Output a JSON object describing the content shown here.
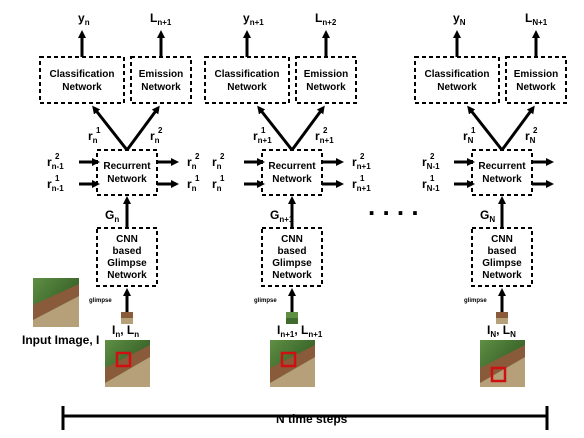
{
  "steps": [
    {
      "y": "y",
      "y_sub": "n",
      "L": "L",
      "L_sub": "n+1",
      "classification": [
        "Classification",
        "Network"
      ],
      "emission": [
        "Emission",
        "Network"
      ],
      "r_cls": "r",
      "r_cls_sub": "n",
      "r_cls_sup": "1",
      "r_em": "r",
      "r_em_sub": "n",
      "r_em_sup": "2",
      "in2": "r",
      "in2_sub": "n-1",
      "in2_sup": "2",
      "in1": "r",
      "in1_sub": "n-1",
      "in1_sup": "1",
      "out2": "r",
      "out2_sub": "n",
      "out2_sup": "2",
      "out1": "r",
      "out1_sub": "n",
      "out1_sup": "1",
      "recurrent": [
        "Recurrent",
        "Network"
      ],
      "G": "G",
      "G_sub": "n",
      "cnn": [
        "CNN",
        "based",
        "Glimpse",
        "Network"
      ],
      "glimpse": "glimpse",
      "IL": "I",
      "IL_sub1": "n",
      "IL_mid": ", L",
      "IL_sub2": "n"
    },
    {
      "y": "y",
      "y_sub": "n+1",
      "L": "L",
      "L_sub": "n+2",
      "classification": [
        "Classification",
        "Network"
      ],
      "emission": [
        "Emission",
        "Network"
      ],
      "r_cls": "r",
      "r_cls_sub": "n+1",
      "r_cls_sup": "1",
      "r_em": "r",
      "r_em_sub": "n+1",
      "r_em_sup": "2",
      "in2": "r",
      "in2_sub": "n",
      "in2_sup": "2",
      "in1": "r",
      "in1_sub": "n",
      "in1_sup": "1",
      "out2": "r",
      "out2_sub": "n+1",
      "out2_sup": "2",
      "out1": "r",
      "out1_sub": "n+1",
      "out1_sup": "1",
      "recurrent": [
        "Recurrent",
        "Network"
      ],
      "G": "G",
      "G_sub": "n+1",
      "cnn": [
        "CNN",
        "based",
        "Glimpse",
        "Network"
      ],
      "glimpse": "glimpse",
      "IL": "I",
      "IL_sub1": "n+1",
      "IL_mid": ", L",
      "IL_sub2": "n+1"
    },
    {
      "y": "y",
      "y_sub": "N",
      "L": "L",
      "L_sub": "N+1",
      "classification": [
        "Classification",
        "Network"
      ],
      "emission": [
        "Emission",
        "Network"
      ],
      "r_cls": "r",
      "r_cls_sub": "N",
      "r_cls_sup": "1",
      "r_em": "r",
      "r_em_sub": "N",
      "r_em_sup": "2",
      "in2": "r",
      "in2_sub": "N-1",
      "in2_sup": "2",
      "in1": "r",
      "in1_sub": "N-1",
      "in1_sup": "1",
      "out2": "",
      "out2_sub": "",
      "out2_sup": "",
      "out1": "",
      "out1_sub": "",
      "out1_sup": "",
      "recurrent": [
        "Recurrent",
        "Network"
      ],
      "G": "G",
      "G_sub": "N",
      "cnn": [
        "CNN",
        "based",
        "Glimpse",
        "Network"
      ],
      "glimpse": "glimpse",
      "IL": "I",
      "IL_sub1": "N",
      "IL_mid": ", L",
      "IL_sub2": "N"
    }
  ],
  "input_image_label": "Input Image, I",
  "ellipsis": ". . . .",
  "timeline_label": "N time steps",
  "colors": {
    "line": "#000000",
    "box_fill": "#ffffff",
    "focus": "#d01010",
    "foliage": "#4f7a3a",
    "bark": "#8a5b3a"
  }
}
